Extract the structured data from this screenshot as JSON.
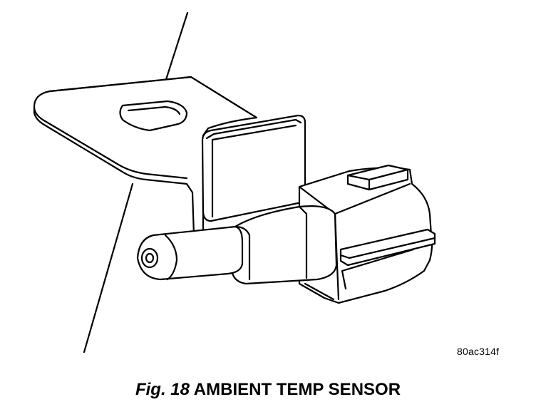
{
  "figure": {
    "reference_code": "80ac314f",
    "caption_prefix": "Fig. 18",
    "caption_title": "AMBIENT TEMP SENSOR"
  },
  "colors": {
    "line": "#000000",
    "background": "#ffffff"
  }
}
